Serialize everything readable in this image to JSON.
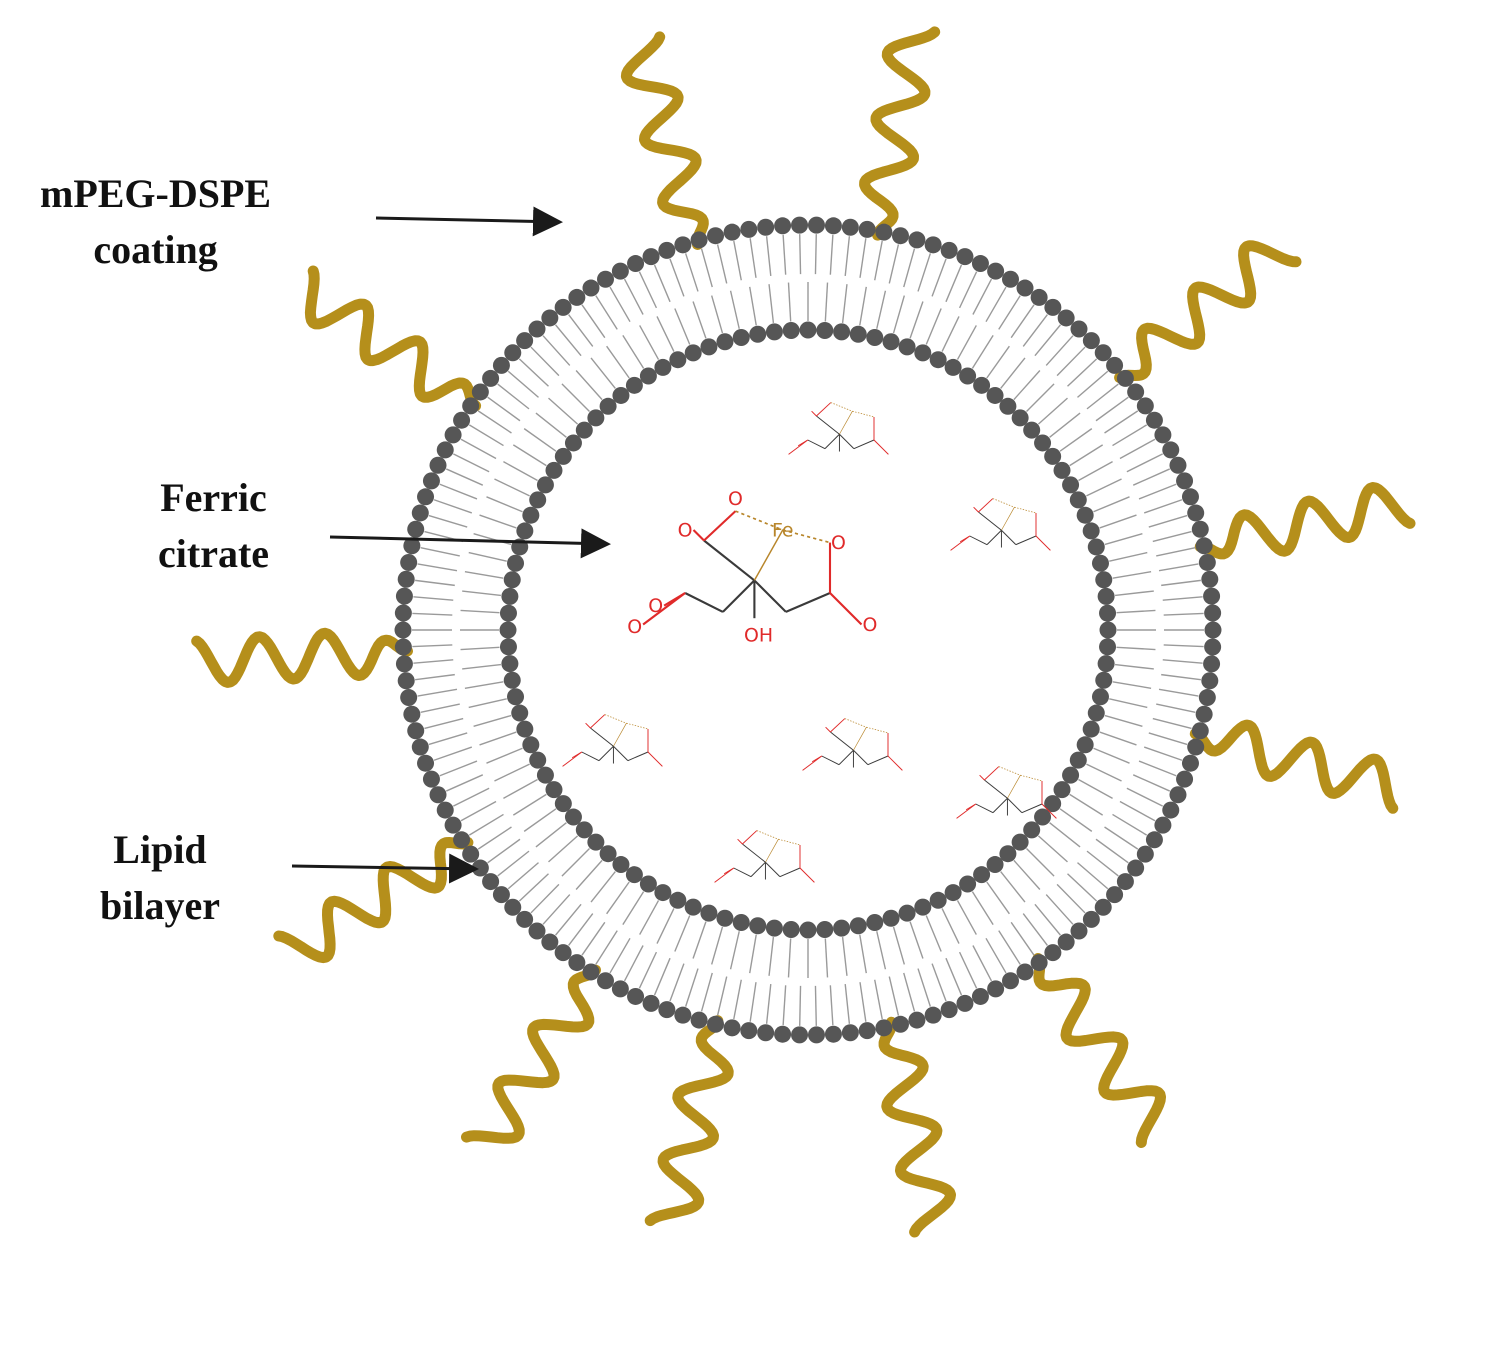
{
  "labels": {
    "peg": {
      "line1": "mPEG-DSPE",
      "line2": "coating"
    },
    "ferric": {
      "line1": "Ferric",
      "line2": "citrate"
    },
    "lipid": {
      "line1": "Lipid",
      "line2": "bilayer"
    }
  },
  "molecule": {
    "iron_symbol": "Fe",
    "oxygen_symbol": "O",
    "hydroxyl_symbol": "OH"
  },
  "colors": {
    "peg_chain": "#b58f1b",
    "lipid_head": "#565656",
    "lipid_tail": "#9a9a9a",
    "molecule_oxygen": "#e02a2a",
    "molecule_bond": "#3a3a3a",
    "molecule_iron": "#b8862b",
    "arrow": "#1a1a1a"
  }
}
